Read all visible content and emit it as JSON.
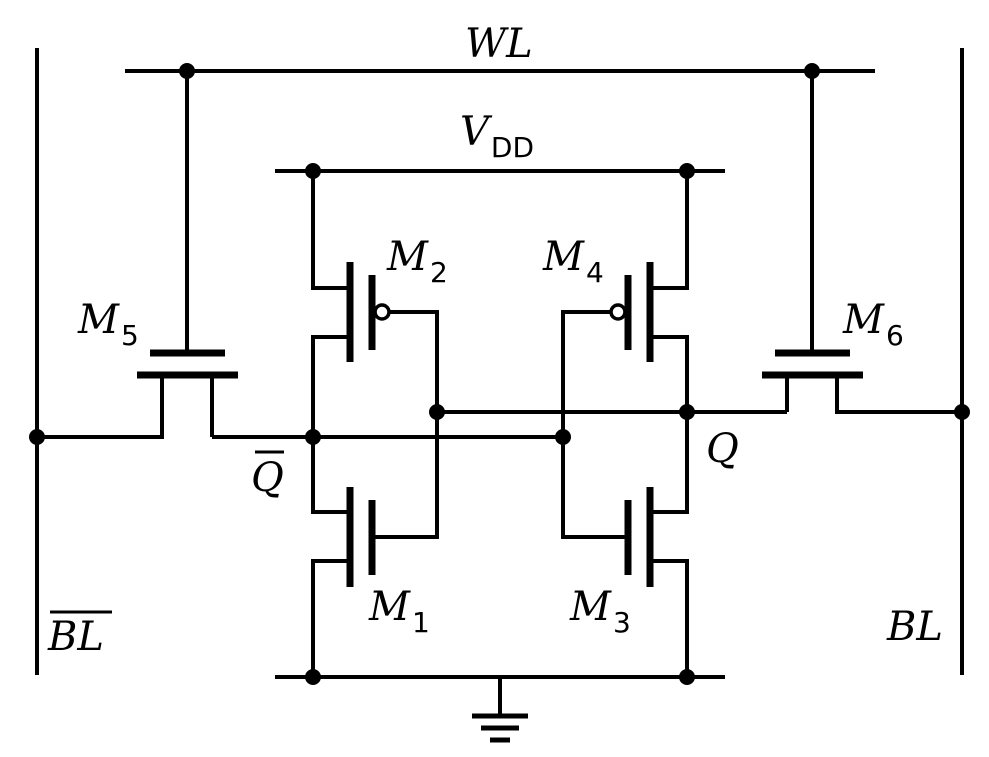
{
  "labels": {
    "wl": "WL",
    "vdd_main": "V",
    "vdd_sub": "DD",
    "bl": "BL",
    "bl_bar": "BL",
    "q": "Q",
    "q_bar": "Q",
    "m1_main": "M",
    "m1_sub": "1",
    "m2_main": "M",
    "m2_sub": "2",
    "m3_main": "M",
    "m3_sub": "3",
    "m4_main": "M",
    "m4_sub": "4",
    "m5_main": "M",
    "m5_sub": "5",
    "m6_main": "M",
    "m6_sub": "6"
  }
}
